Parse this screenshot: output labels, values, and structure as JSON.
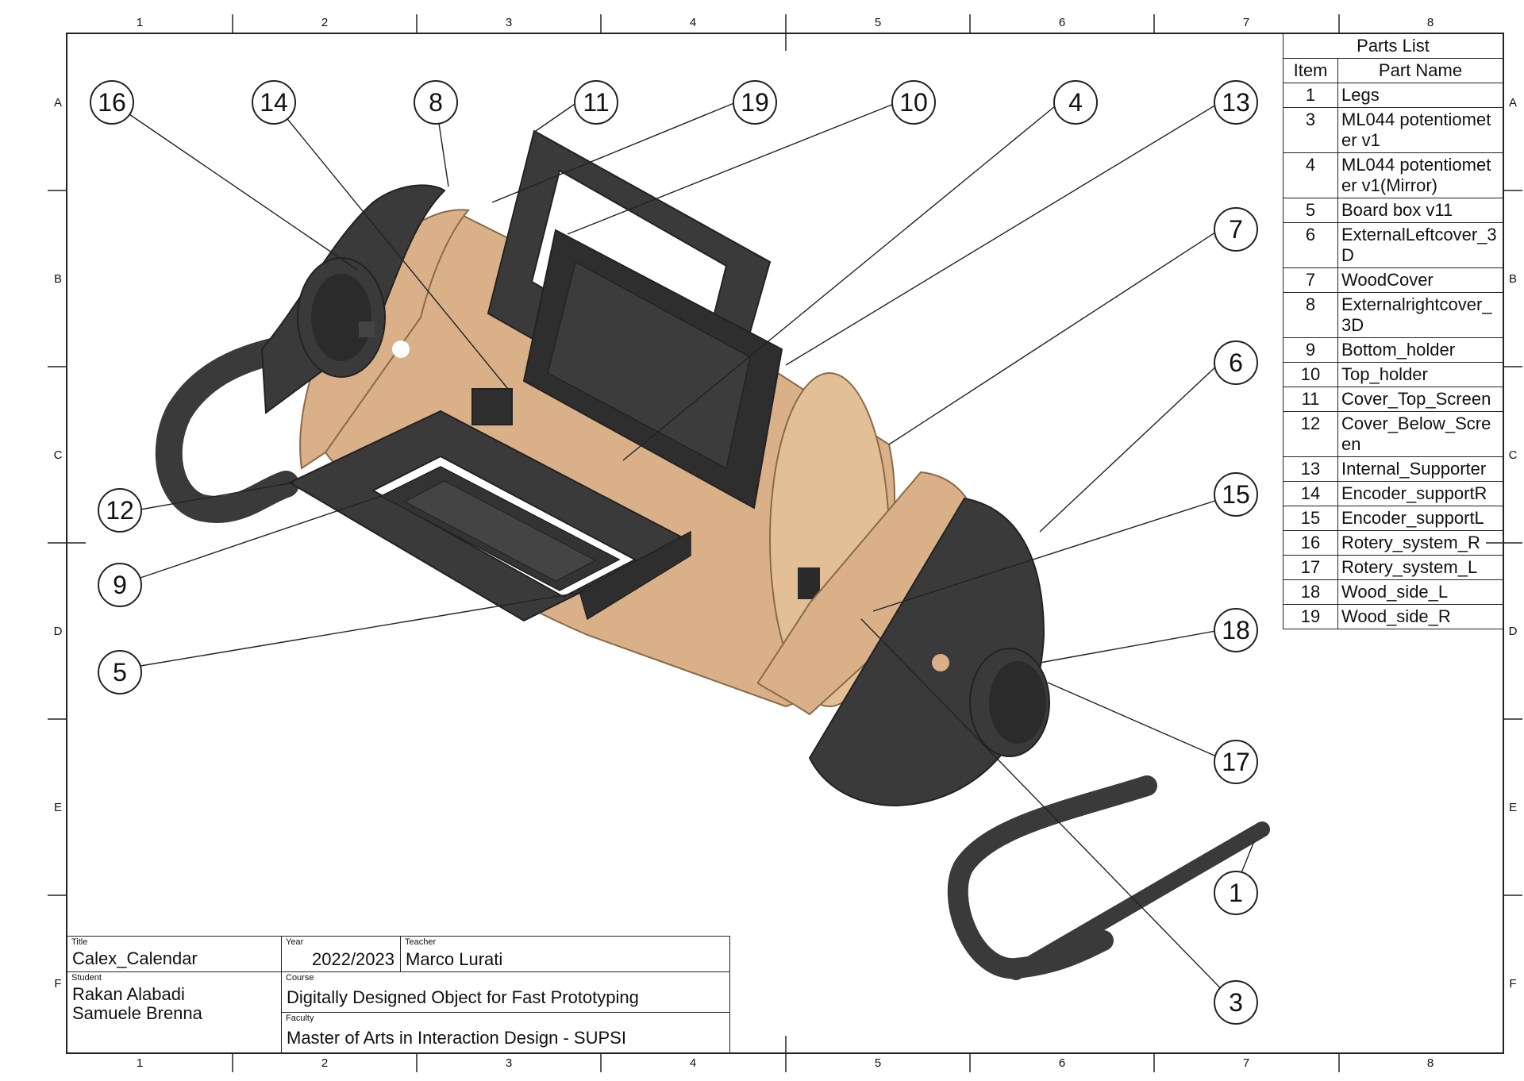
{
  "sheet": {
    "column_labels": [
      "1",
      "2",
      "3",
      "4",
      "5",
      "6",
      "7",
      "8"
    ],
    "row_labels": [
      "A",
      "B",
      "C",
      "D",
      "E",
      "F"
    ]
  },
  "balloons": [
    "16",
    "14",
    "8",
    "11",
    "19",
    "10",
    "4",
    "13",
    "7",
    "6",
    "12",
    "9",
    "5",
    "15",
    "18",
    "17",
    "1",
    "3"
  ],
  "parts_list": {
    "title": "Parts List",
    "header_item": "Item",
    "header_name": "Part Name",
    "rows": [
      {
        "item": "1",
        "name": "Legs"
      },
      {
        "item": "3",
        "name": "ML044 potentiometer v1"
      },
      {
        "item": "4",
        "name": "ML044 potentiometer v1(Mirror)"
      },
      {
        "item": "5",
        "name": "Board box v11"
      },
      {
        "item": "6",
        "name": "ExternalLeftcover_3D"
      },
      {
        "item": "7",
        "name": "WoodCover"
      },
      {
        "item": "8",
        "name": "Externalrightcover_3D"
      },
      {
        "item": "9",
        "name": "Bottom_holder"
      },
      {
        "item": "10",
        "name": "Top_holder"
      },
      {
        "item": "11",
        "name": "Cover_Top_Screen"
      },
      {
        "item": "12",
        "name": "Cover_Below_Screen"
      },
      {
        "item": "13",
        "name": "Internal_Supporter"
      },
      {
        "item": "14",
        "name": "Encoder_supportR"
      },
      {
        "item": "15",
        "name": "Encoder_supportL"
      },
      {
        "item": "16",
        "name": "Rotery_system_R"
      },
      {
        "item": "17",
        "name": "Rotery_system_L"
      },
      {
        "item": "18",
        "name": "Wood_side_L"
      },
      {
        "item": "19",
        "name": "Wood_side_R"
      }
    ]
  },
  "title_block": {
    "title_caption": "Title",
    "title": "Calex_Calendar",
    "year_caption": "Year",
    "year": "2022/2023",
    "teacher_caption": "Teacher",
    "teacher": "Marco Lurati",
    "student_caption": "Student",
    "students": "Rakan Alabadi\nSamuele Brenna",
    "course_caption": "Course",
    "course": "Digitally Designed Object for Fast Prototyping",
    "faculty_caption": "Faculty",
    "faculty": "Master of Arts in Interaction Design - SUPSI"
  },
  "colors": {
    "dark_part": "#3a3a3a",
    "wood": "#d9b088",
    "wood_dark": "#b98a5e"
  }
}
